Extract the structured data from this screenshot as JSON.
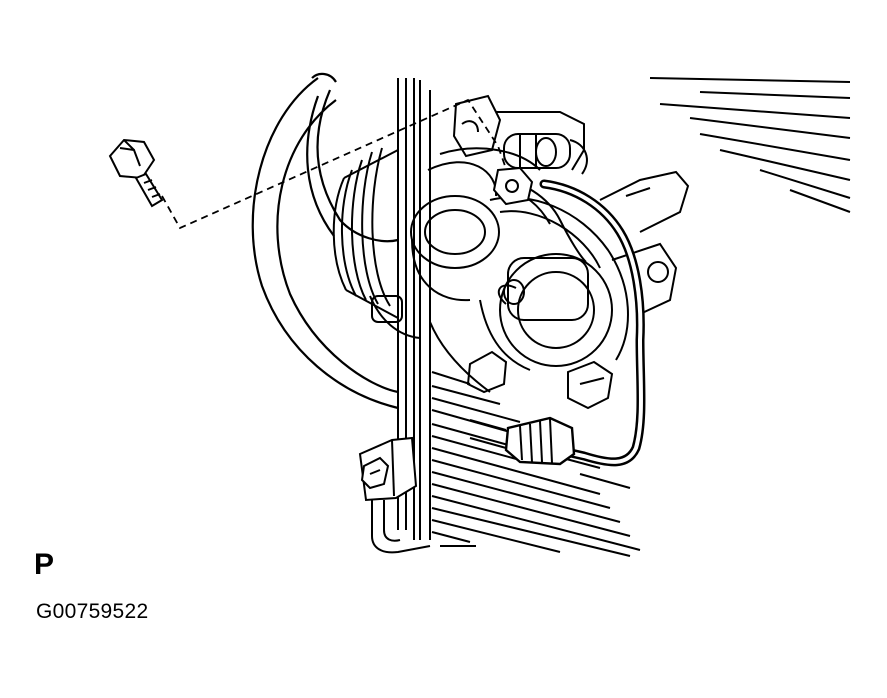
{
  "diagram": {
    "view_label": "P",
    "figure_code": "G00759522",
    "parts": [
      {
        "name": "bolt",
        "icon": "bolt-icon"
      },
      {
        "name": "compressor",
        "icon": "compressor-icon"
      },
      {
        "name": "discharge-hose",
        "icon": "hose-icon"
      },
      {
        "name": "condenser",
        "icon": "condenser-icon"
      },
      {
        "name": "hose-bracket",
        "icon": "bracket-icon"
      }
    ],
    "line_color": "#000000",
    "background": "#ffffff"
  }
}
